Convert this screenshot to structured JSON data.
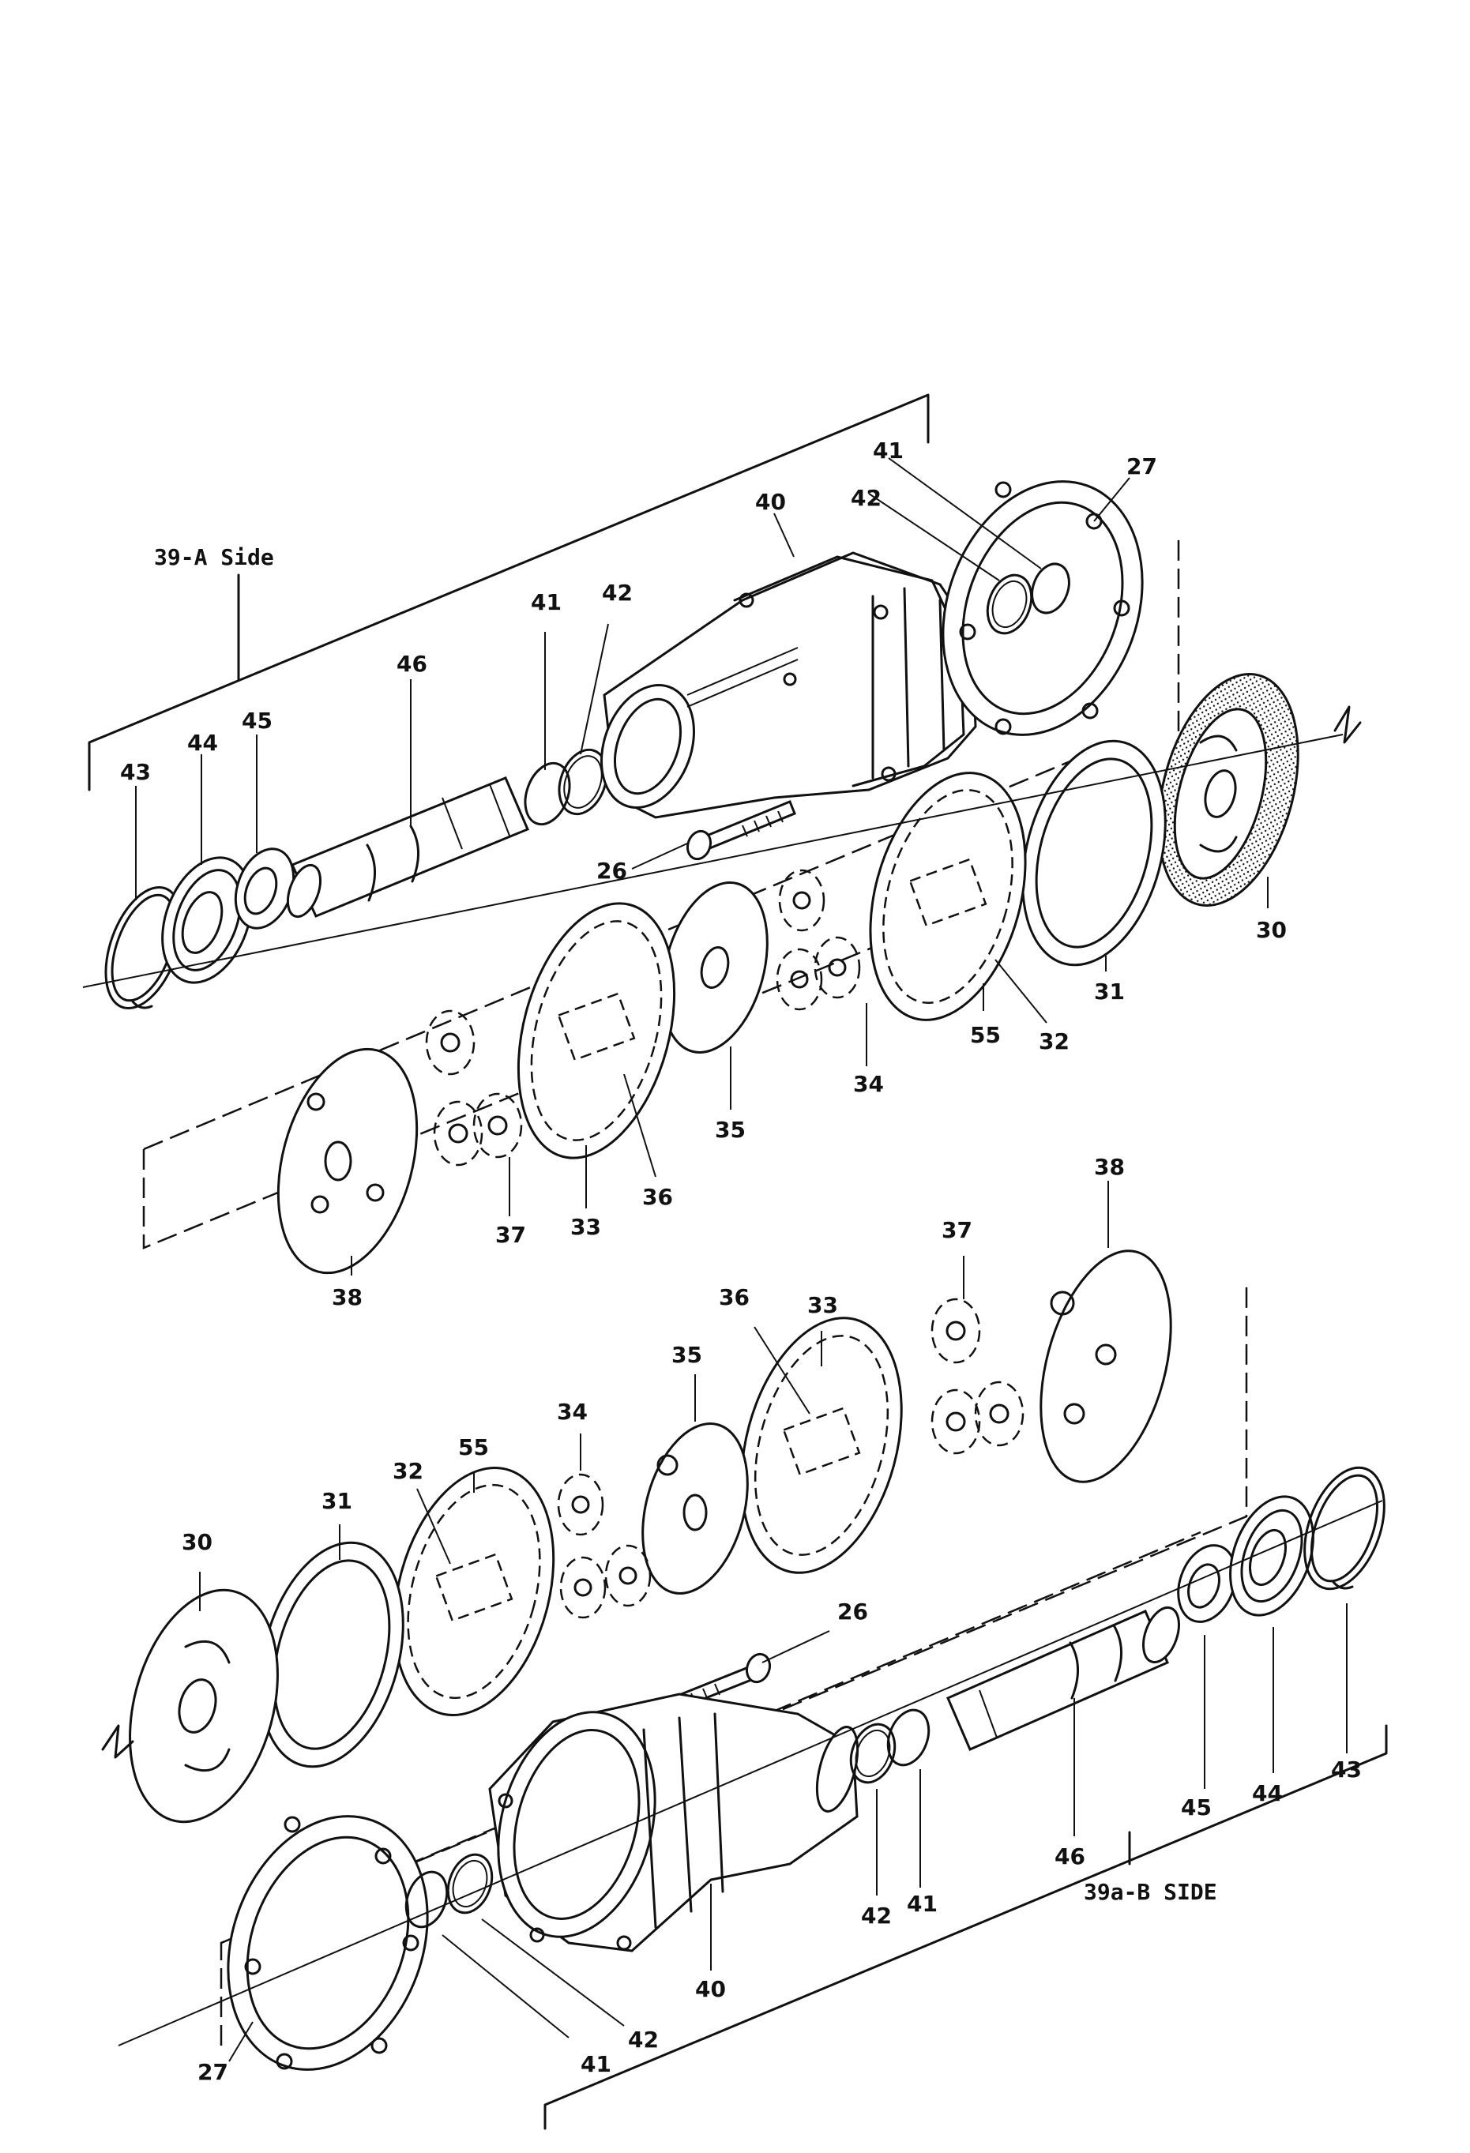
{
  "captions": {
    "a_side": "39-A Side",
    "b_side": "39a-B SIDE"
  },
  "labels": {
    "n26": "26",
    "n27": "27",
    "n30": "30",
    "n31": "31",
    "n32": "32",
    "n33": "33",
    "n34": "34",
    "n35": "35",
    "n36": "36",
    "n37": "37",
    "n38": "38",
    "n40": "40",
    "n41": "41",
    "n42": "42",
    "n43": "43",
    "n44": "44",
    "n45": "45",
    "n46": "46",
    "n55": "55"
  }
}
